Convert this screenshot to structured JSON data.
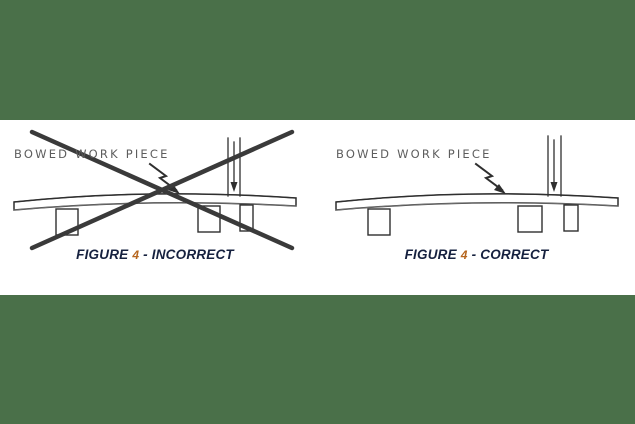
{
  "page": {
    "background_color": "#4a7049",
    "panel_color": "#ffffff"
  },
  "figures": [
    {
      "id": "incorrect",
      "annotation_label": "BOWED  WORK  PIECE",
      "caption_prefix": "FIGURE",
      "caption_number": "4",
      "caption_suffix": "- INCORRECT",
      "caption_full": "FIGURE 4 - INCORRECT",
      "caption_color": "#16213f",
      "number_color": "#b5651d",
      "crossed_out": true,
      "cross_color": "#3a3a3a",
      "description": "Bowed work piece resting crown-down on three support blocks with downward clamping pressure applied at the right side; marked with a large X indicating the wrong method.",
      "parts": {
        "work_piece": "bowed board",
        "supports": "three rectangular support blocks",
        "pressure_indicator": "downward arrow between two vertical guide lines",
        "leader": "zigzag arrow pointing to work piece"
      }
    },
    {
      "id": "correct",
      "annotation_label": "BOWED  WORK  PIECE",
      "caption_prefix": "FIGURE",
      "caption_number": "4",
      "caption_suffix": "- CORRECT",
      "caption_full": "FIGURE 4 - CORRECT",
      "caption_color": "#16213f",
      "number_color": "#b5651d",
      "crossed_out": false,
      "cross_color": "#3a3a3a",
      "description": "Bowed work piece resting crown-up on three support blocks with downward clamping pressure applied at the right side; shown without an X indicating the correct method.",
      "parts": {
        "work_piece": "bowed board",
        "supports": "three rectangular support blocks",
        "pressure_indicator": "downward arrow between two vertical guide lines",
        "leader": "zigzag arrow pointing to work piece"
      }
    }
  ],
  "icons": {
    "down_arrow": "down-arrow-icon",
    "cross_mark": "cross-out-icon",
    "leader_arrow": "leader-arrow-icon"
  }
}
